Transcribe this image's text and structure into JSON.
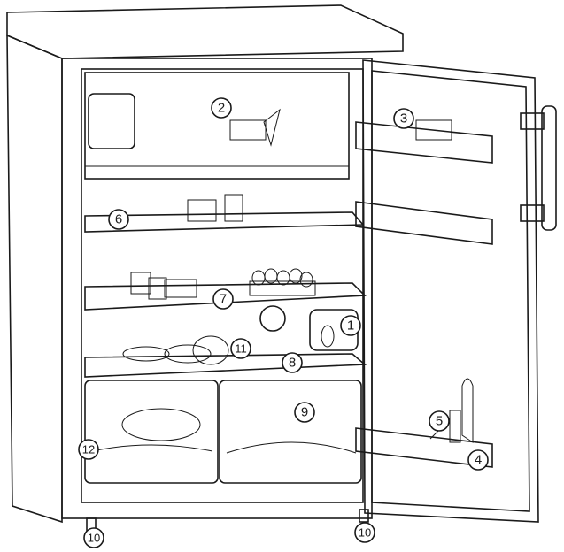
{
  "colors": {
    "outline": "#1a1a1a",
    "cabinet_fill": "#f2f2f2",
    "interior_fill": "#ffffff",
    "shelf_fill": "#d9d9d9",
    "crisper_fill": "#e6e6e6",
    "food_fill": "#bfbfbf"
  },
  "icons": {
    "handle": "door-handle-icon",
    "hinge": "hinge-icon",
    "bottle": "bottle-icon",
    "ice_cream": "ice-cream-cone-icon",
    "eggs": "egg-tray-icon",
    "vegetables": "vegetables-icon"
  },
  "callouts": [
    {
      "number": "1",
      "part": "thermostat"
    },
    {
      "number": "2",
      "part": "freezer-compartment"
    },
    {
      "number": "3",
      "part": "door-shelf-upper"
    },
    {
      "number": "4",
      "part": "bottle-shelf"
    },
    {
      "number": "5",
      "part": "bottle-holder"
    },
    {
      "number": "6",
      "part": "shelf-upper"
    },
    {
      "number": "7",
      "part": "shelf-middle"
    },
    {
      "number": "8",
      "part": "shelf-lower"
    },
    {
      "number": "9",
      "part": "crisper-right"
    },
    {
      "number": "10",
      "part": "adjustable-foot"
    },
    {
      "number": "11",
      "part": "drain-channel"
    },
    {
      "number": "12",
      "part": "crisper-left"
    }
  ]
}
